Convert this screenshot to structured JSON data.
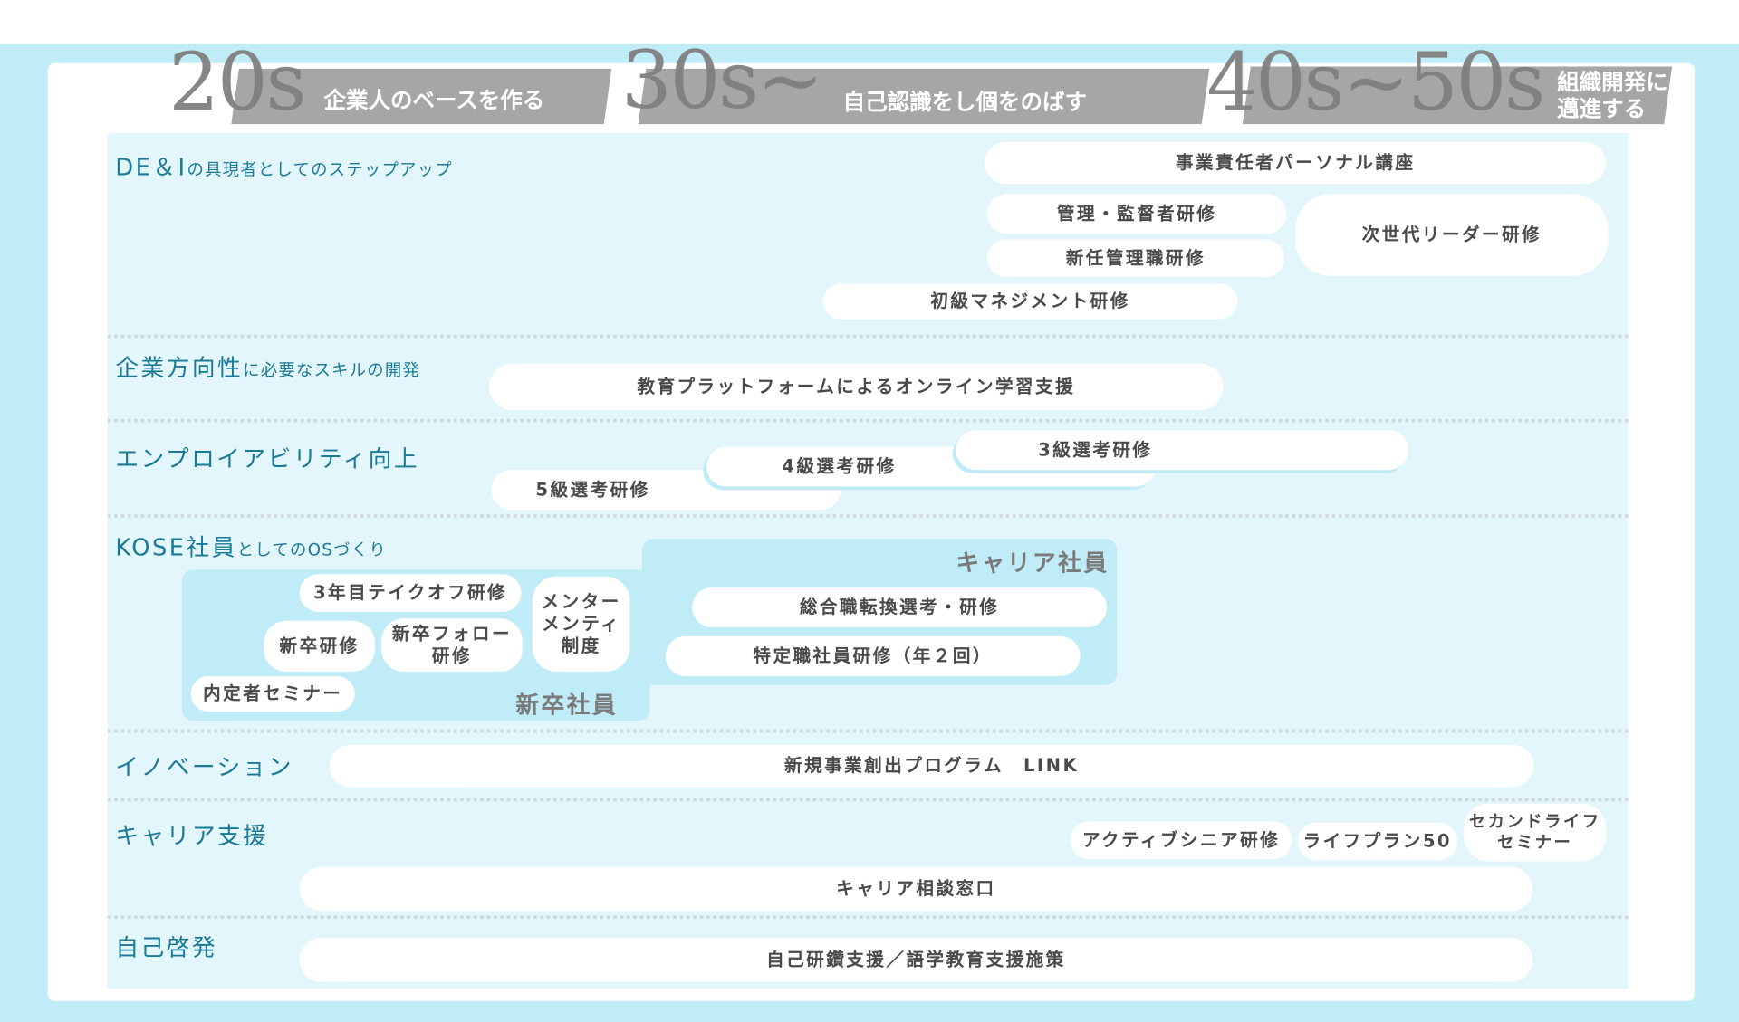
{
  "headers": [
    {
      "age": "20s",
      "title": "企業人のベースを作る"
    },
    {
      "age": "30s~",
      "title": "自己認識をし個をのばす"
    },
    {
      "age": "40s~50s",
      "title": "組織開発に邁進する"
    }
  ],
  "rows": {
    "dei": {
      "main": "DE＆I",
      "sub": "の具現者としてのステップアップ"
    },
    "direction": {
      "main": "企業方向性",
      "sub": "に必要なスキルの開発"
    },
    "employability": {
      "main": "エンプロイアビリティ向上"
    },
    "kose": {
      "main": "KOSE社員",
      "sub": "としてのOSづくり"
    },
    "innovation": {
      "main": "イノベーション"
    },
    "career": {
      "main": "キャリア支援"
    },
    "self": {
      "main": "自己啓発"
    }
  },
  "programs": {
    "business_leader": "事業責任者パーソナル講座",
    "manager_supervisor": "管理・監督者研修",
    "new_manager": "新任管理職研修",
    "next_leader": "次世代リーダー研修",
    "junior_mgmt": "初級マネジメント研修",
    "online_learning": "教育プラットフォームによるオンライン学習支援",
    "grade3": "3級選考研修",
    "grade4": "4級選考研修",
    "grade5": "5級選考研修",
    "takeoff": "3年目テイクオフ研修",
    "mentor": [
      "メンター",
      "メンティ",
      "制度"
    ],
    "newgrad": "新卒研修",
    "newgrad_follow": [
      "新卒フォロー",
      "研修"
    ],
    "naitei": "内定者セミナー",
    "general_convert": "総合職転換選考・研修",
    "specific_staff": "特定職社員研修（年２回）",
    "link": "新規事業創出プログラム　LINK",
    "active_senior": "アクティブシニア研修",
    "lifeplan": "ライフプラン50",
    "second_life": [
      "セカンドライフ",
      "セミナー"
    ],
    "career_consult": "キャリア相談窓口",
    "self_study": "自己研鑽支援／語学教育支援施策"
  },
  "groups": {
    "newgrad": "新卒社員",
    "career": "キャリア社員"
  },
  "colors": {
    "background": "#c0ecf8",
    "inner": "#e2f6fc",
    "label": "#1a7a96",
    "band": "#a6a6a6"
  }
}
